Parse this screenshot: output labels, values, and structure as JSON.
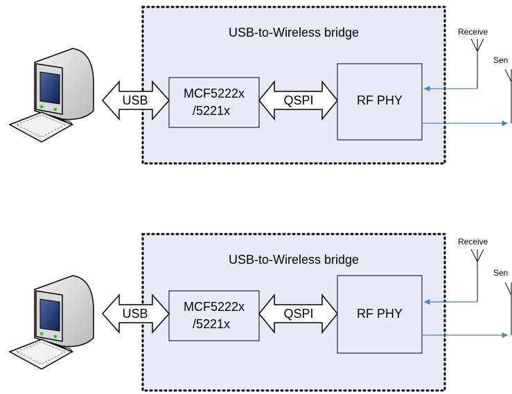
{
  "diagrams": [
    {
      "bridge_title": "USB-to-Wireless bridge",
      "usb_label": "USB",
      "mcu_line1": "MCF5222x",
      "mcu_line2": "/5221x",
      "qspi_label": "QSPI",
      "rf_label": "RF PHY",
      "receive_label": "Receive",
      "send_label": "Sen"
    },
    {
      "bridge_title": "USB-to-Wireless bridge",
      "usb_label": "USB",
      "mcu_line1": "MCF5222x",
      "mcu_line2": "/5221x",
      "qspi_label": "QSPI",
      "rf_label": "RF PHY",
      "receive_label": "Receive",
      "send_label": "Sen"
    }
  ],
  "colors": {
    "bridge_fill": "#e6ebf5",
    "arrow_fill": "#ffffff",
    "signal_line": "#4f81bd",
    "border": "#000000"
  },
  "icons": {
    "computer": "desktop-computer-icon",
    "antenna": "antenna-icon"
  }
}
